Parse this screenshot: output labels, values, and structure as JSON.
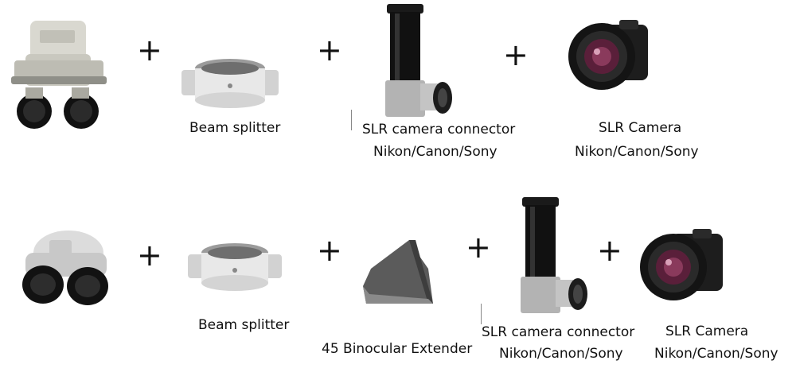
{
  "row1": {
    "beam_splitter_label": "Beam splitter",
    "connector_label_1": "SLR camera connector",
    "connector_label_2": "Nikon/Canon/Sony",
    "camera_label_1": "SLR Camera",
    "camera_label_2": "Nikon/Canon/Sony",
    "plus": "+"
  },
  "row2": {
    "beam_splitter_label": "Beam splitter",
    "extender_label": "45 Binocular  Extender",
    "connector_label_1": "SLR camera connector",
    "connector_label_2": "Nikon/Canon/Sony",
    "camera_label_1": "SLR Camera",
    "camera_label_2": "Nikon/Canon/Sony",
    "plus": "+"
  }
}
